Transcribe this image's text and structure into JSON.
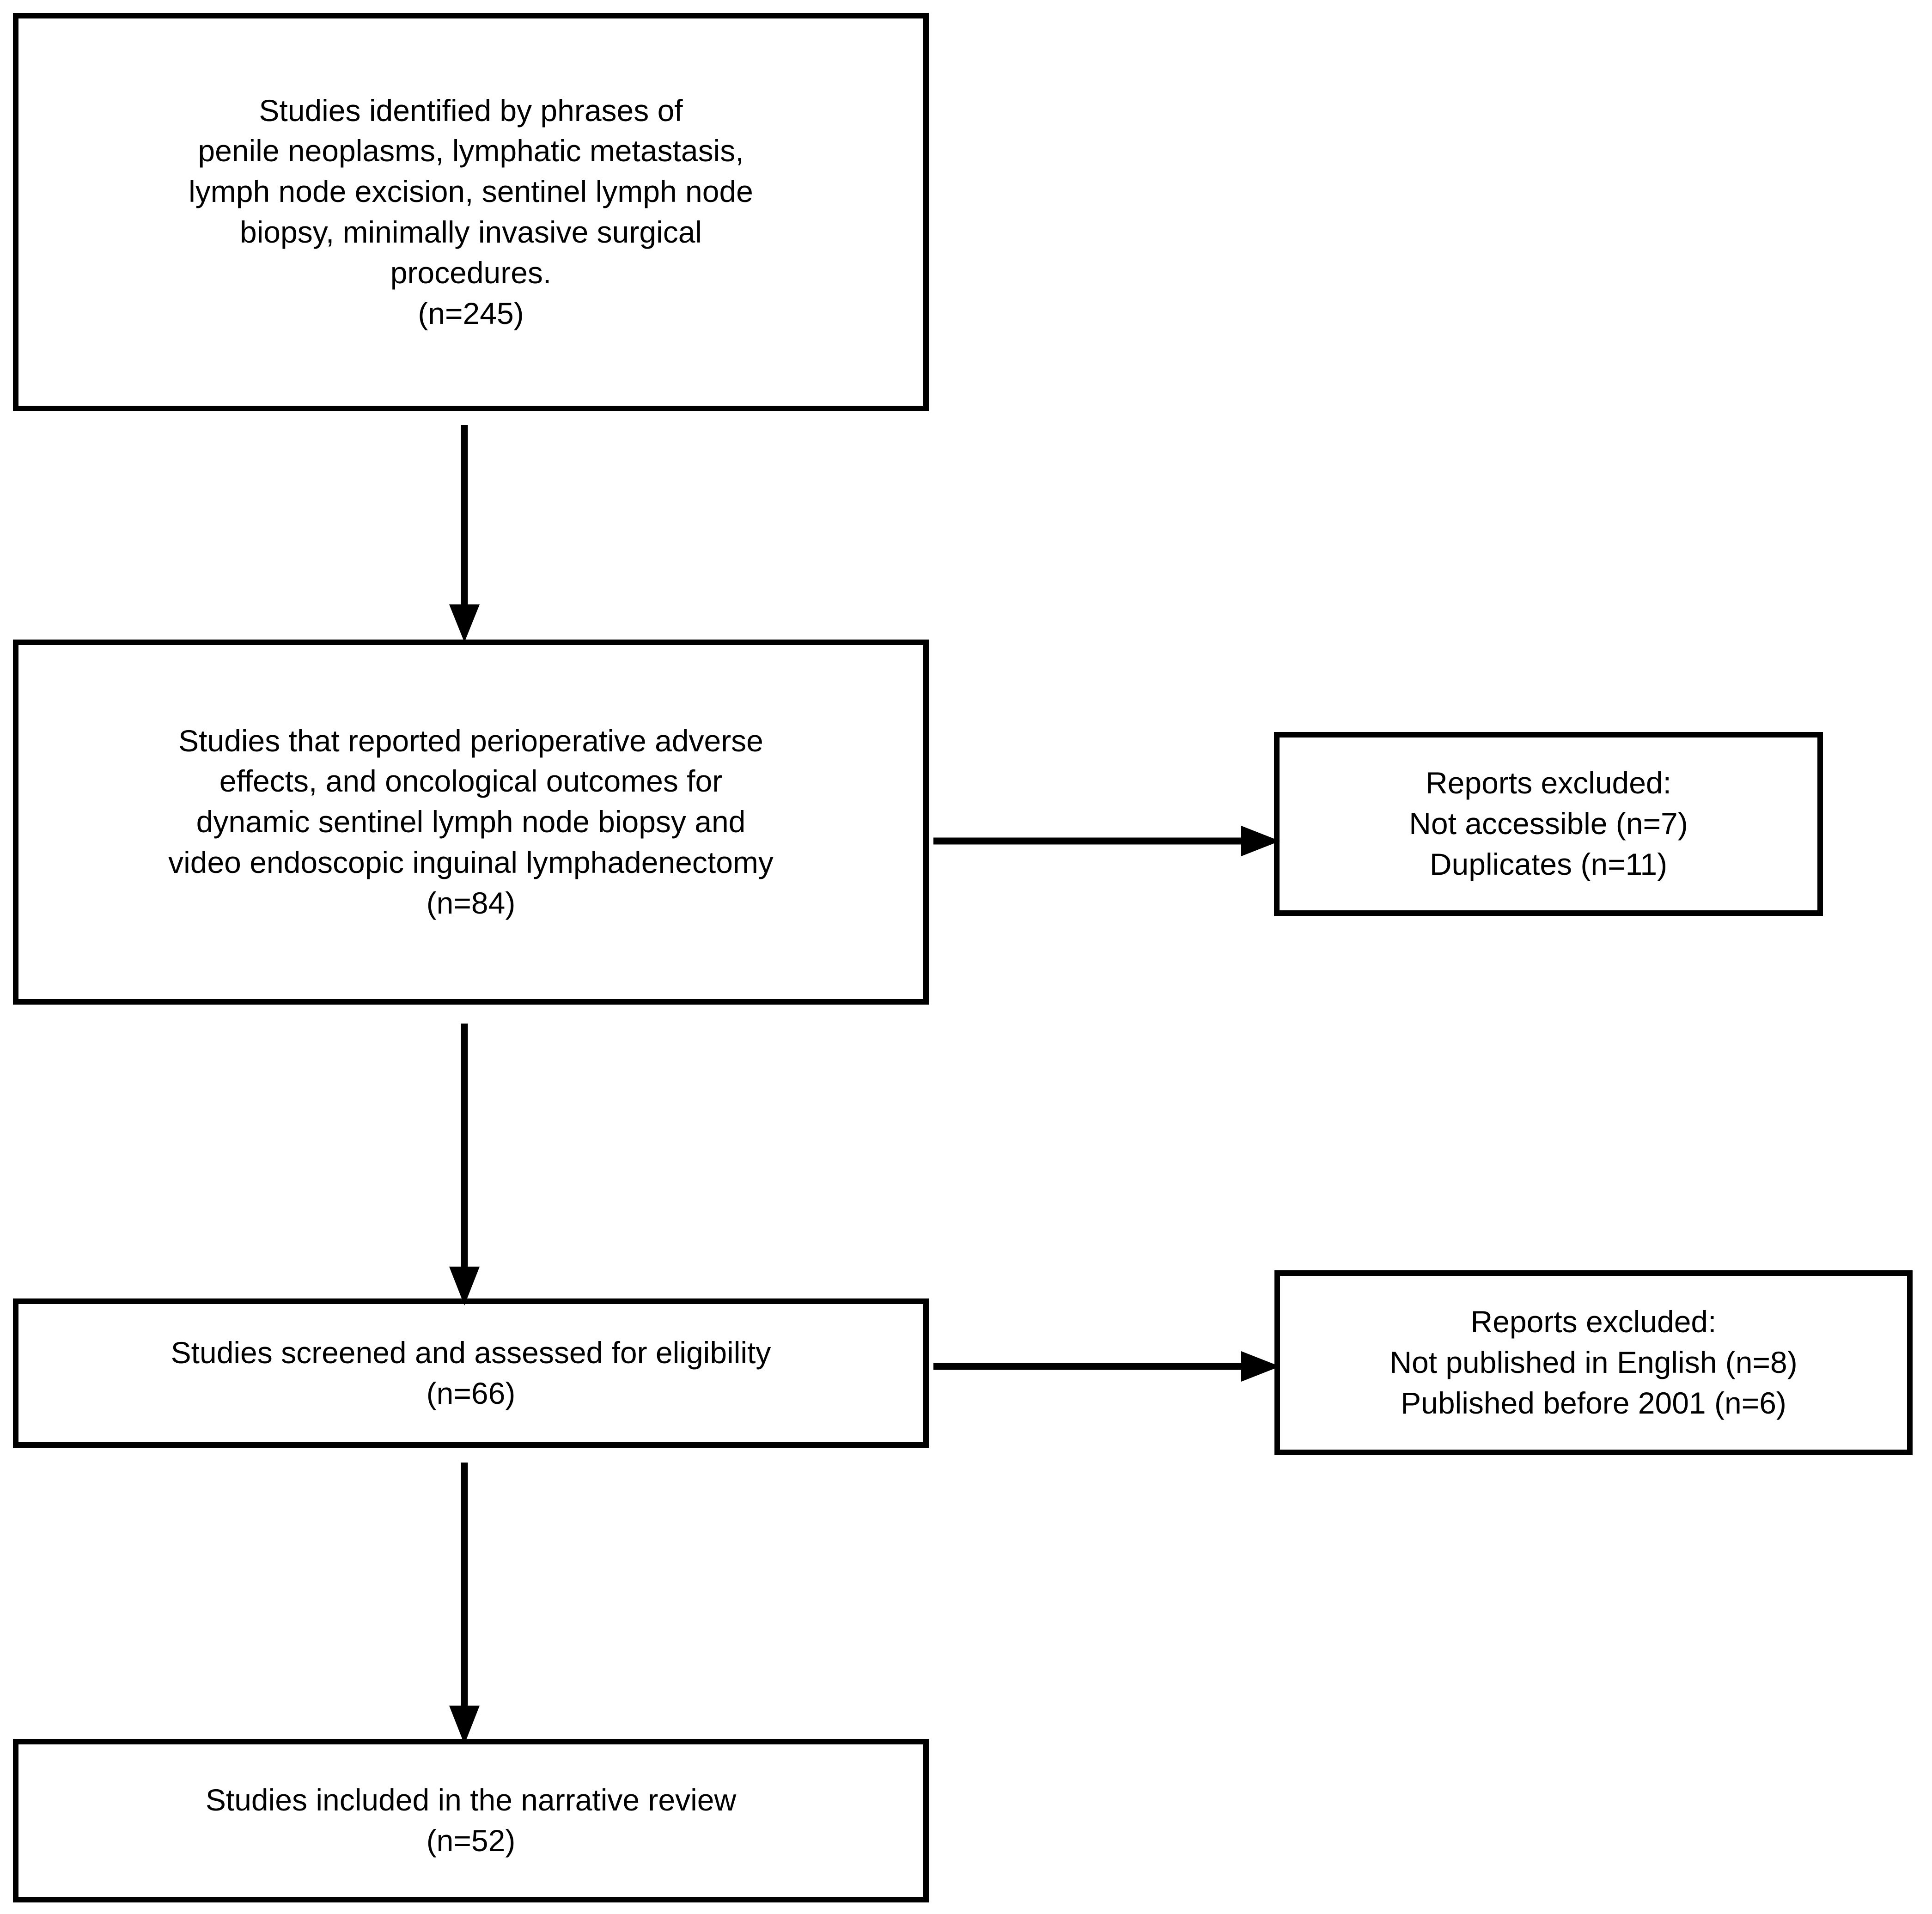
{
  "diagram": {
    "type": "prisma-flowchart",
    "orientation": "top-to-bottom",
    "background_color": "#ffffff",
    "line_color": "#000000",
    "text_color": "#000000"
  },
  "nodes": {
    "identified": {
      "name": "studies-identified",
      "lines": [
        "Studies identified by phrases of",
        "penile neoplasms, lymphatic metastasis,",
        "lymph node excision, sentinel lymph node",
        "biopsy, minimally invasive surgical",
        "procedures.",
        "(n=245)"
      ],
      "count": 245
    },
    "reported": {
      "name": "studies-reported-outcomes",
      "lines": [
        "Studies that reported perioperative adverse",
        "effects, and oncological outcomes for",
        "dynamic sentinel lymph node biopsy and",
        "video endoscopic inguinal lymphadenectomy",
        "(n=84)"
      ],
      "count": 84
    },
    "screened": {
      "name": "studies-screened",
      "lines": [
        "Studies screened and assessed for eligibility",
        "(n=66)"
      ],
      "count": 66
    },
    "included": {
      "name": "studies-included",
      "lines": [
        "Studies included in the narrative review",
        "(n=52)"
      ],
      "count": 52
    },
    "excluded_1": {
      "name": "reports-excluded-stage-1",
      "lines": [
        "Reports excluded:",
        "Not accessible (n=7)",
        "Duplicates (n=11)"
      ],
      "reasons": [
        {
          "label": "Not accessible",
          "count": 7
        },
        {
          "label": "Duplicates",
          "count": 11
        }
      ]
    },
    "excluded_2": {
      "name": "reports-excluded-stage-2",
      "lines": [
        "Reports excluded:",
        "Not published in English (n=8)",
        "Published before 2001 (n=6)"
      ],
      "reasons": [
        {
          "label": "Not published in English",
          "count": 8
        },
        {
          "label": "Published before 2001",
          "count": 6
        }
      ]
    }
  },
  "edges": [
    {
      "from": "identified",
      "to": "reported",
      "direction": "down"
    },
    {
      "from": "reported",
      "to": "screened",
      "direction": "down"
    },
    {
      "from": "screened",
      "to": "included",
      "direction": "down"
    },
    {
      "from": "reported",
      "to": "excluded_1",
      "direction": "right"
    },
    {
      "from": "screened",
      "to": "excluded_2",
      "direction": "right"
    }
  ]
}
